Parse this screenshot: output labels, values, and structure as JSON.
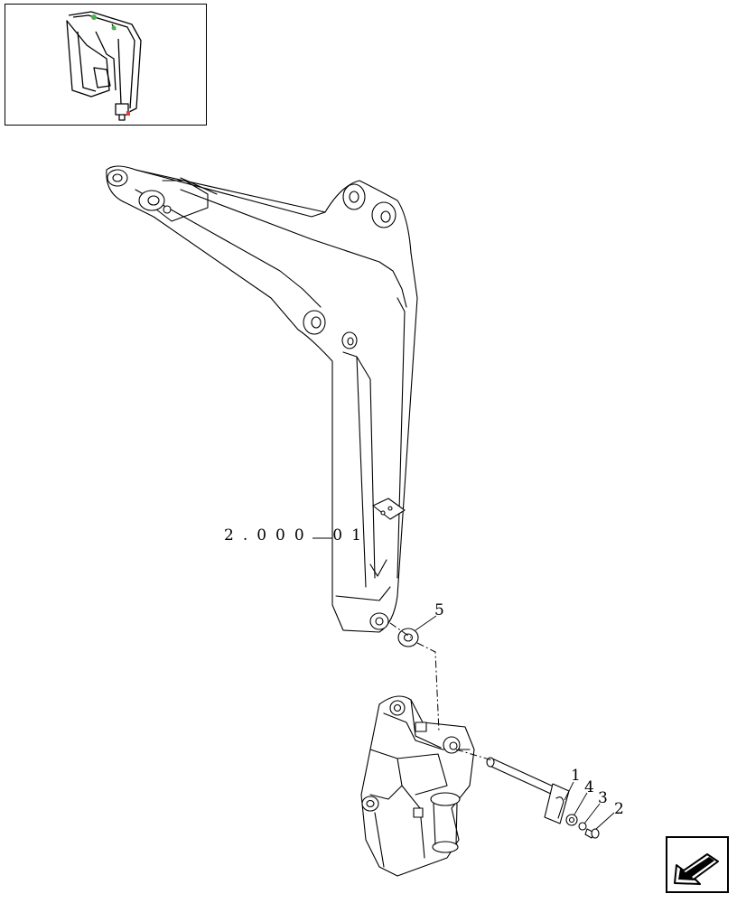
{
  "reference": {
    "code_left": "2.000",
    "code_right": "01"
  },
  "callouts": [
    "5",
    "1",
    "4",
    "3",
    "2"
  ],
  "colors": {
    "line": "#000000",
    "background": "#ffffff",
    "thumb_highlight": "#4caf50",
    "thumb_accent": "#e53935"
  },
  "icons": {
    "navigation": "arrow-down-left-icon"
  }
}
